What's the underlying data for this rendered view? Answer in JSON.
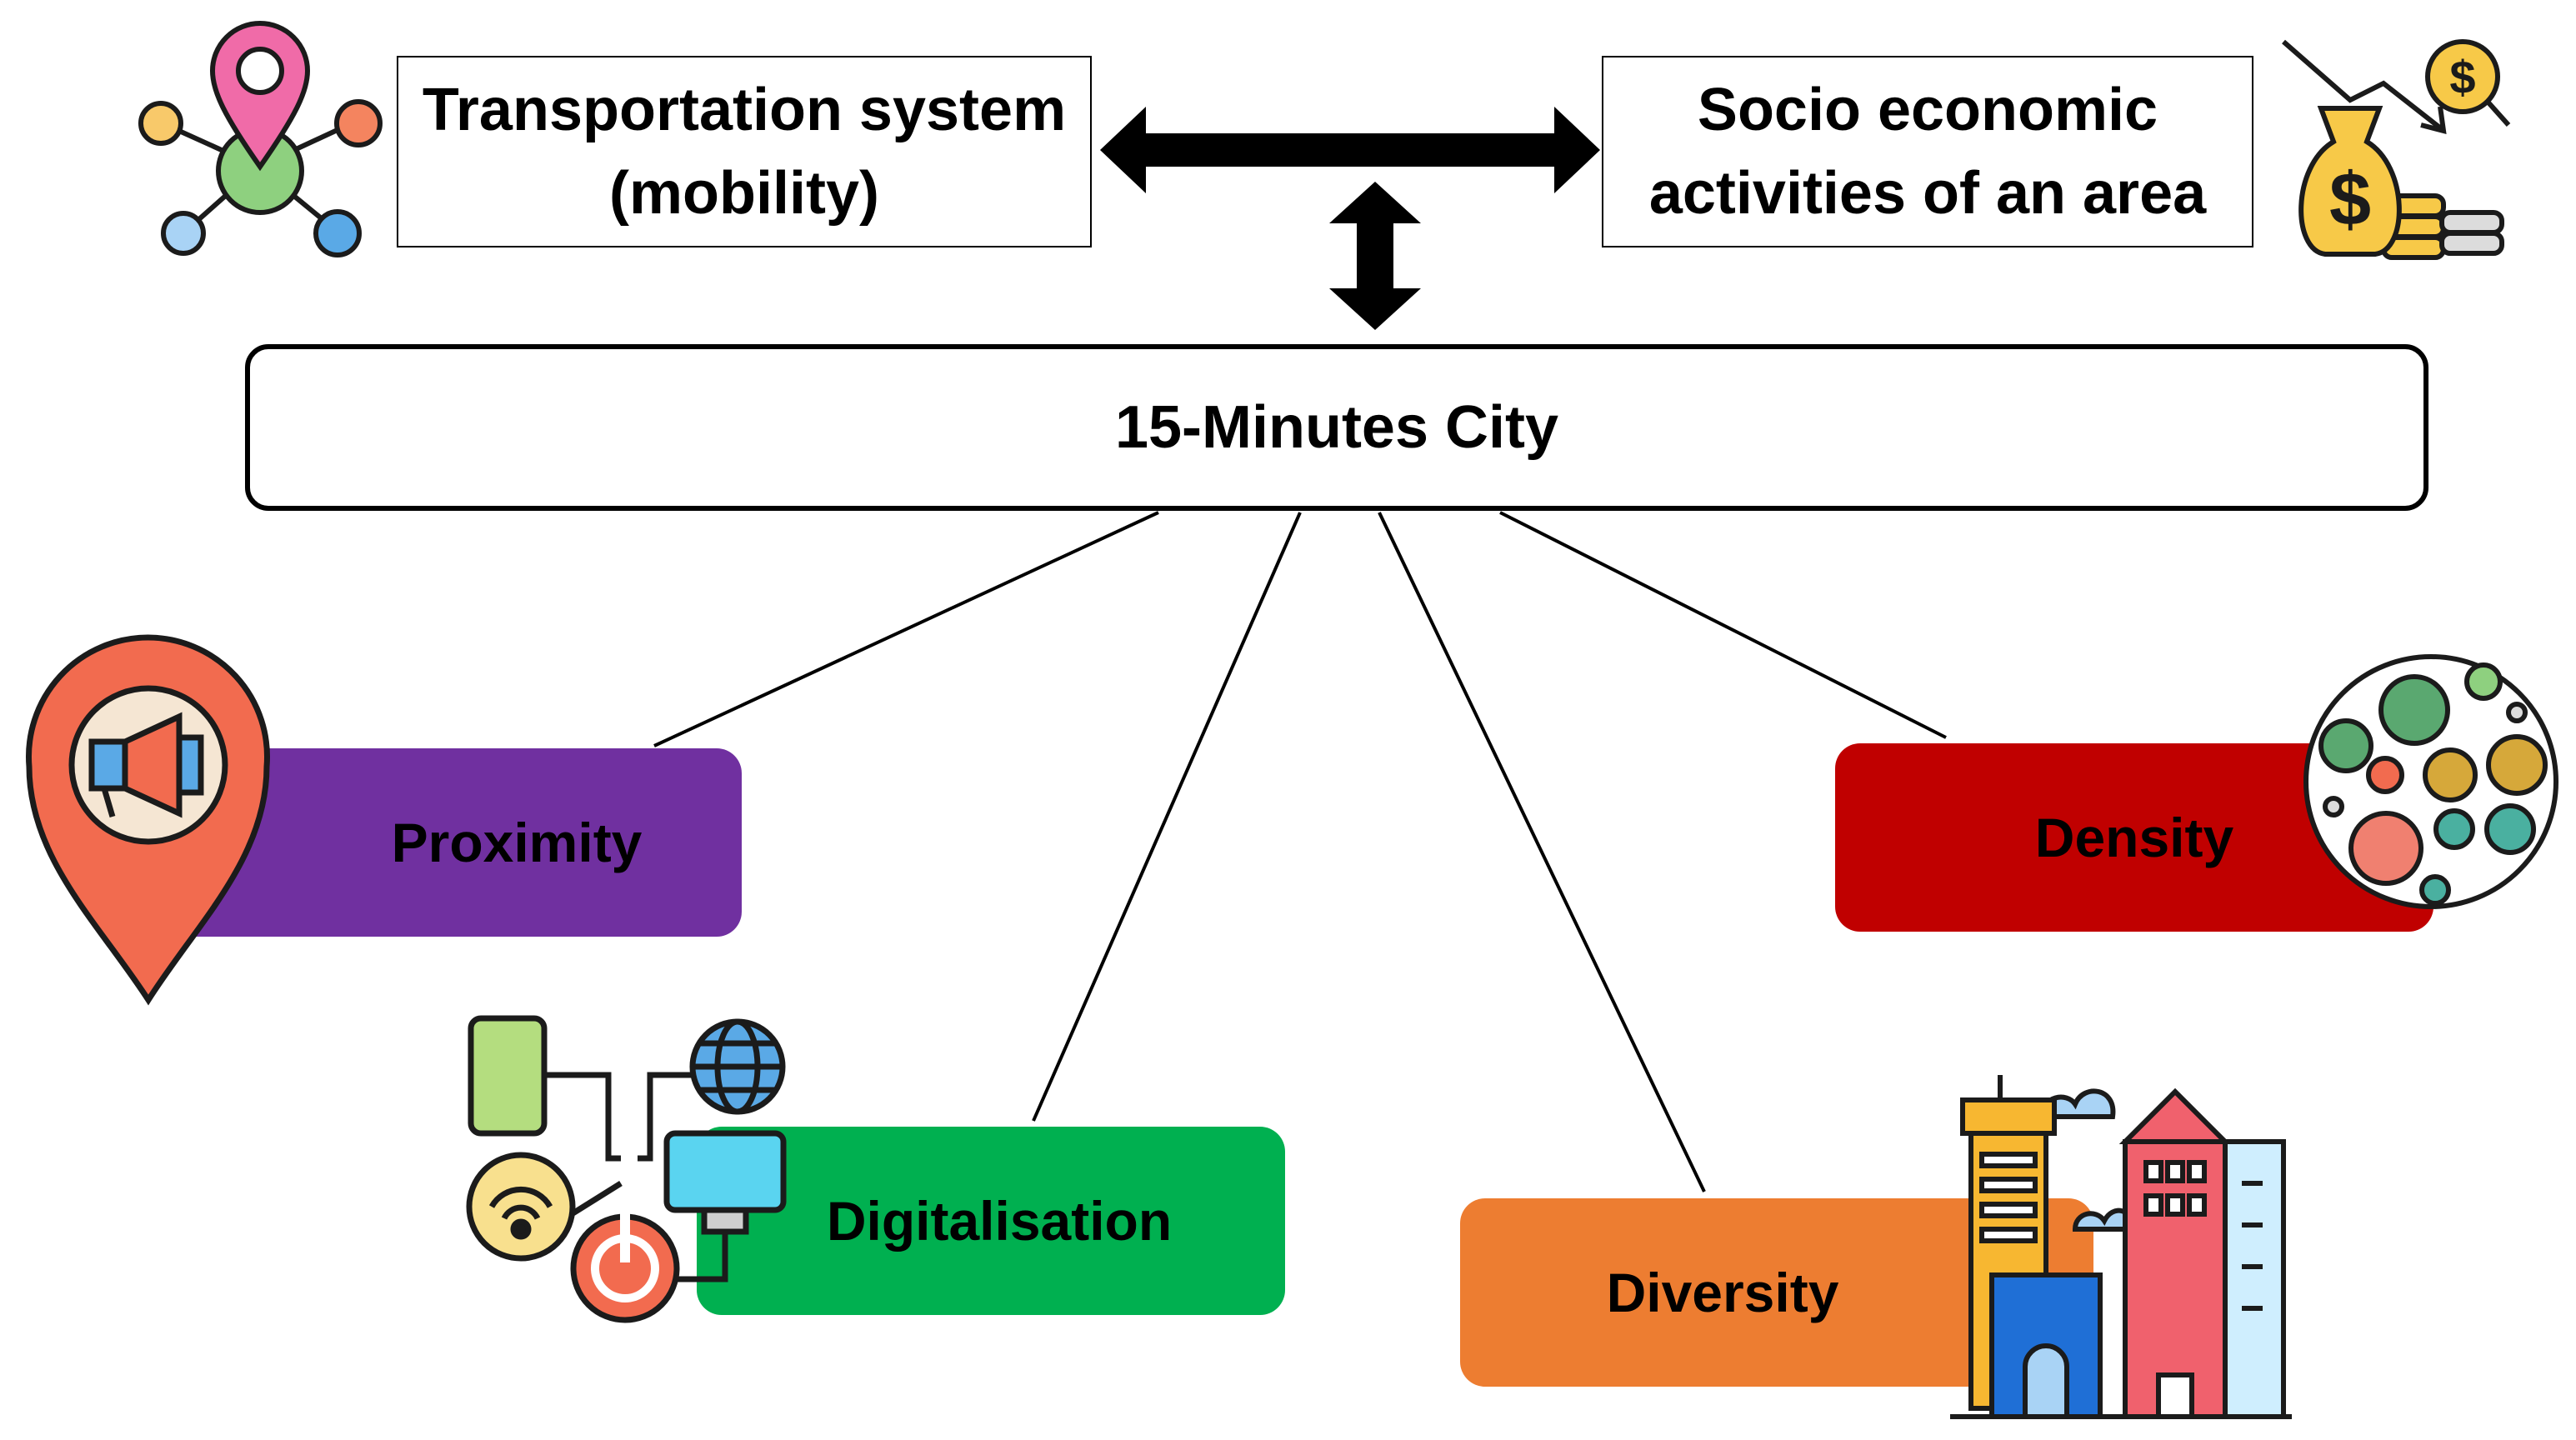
{
  "top_left": {
    "line1": "Transportation system",
    "line2": "(mobility)"
  },
  "top_right": {
    "line1": "Socio economic",
    "line2": "activities of an area"
  },
  "center": {
    "label": "15-Minutes City"
  },
  "pillars": {
    "proximity": {
      "label": "Proximity",
      "color": "#7030a0"
    },
    "digitalisation": {
      "label": "Digitalisation",
      "color": "#00b050"
    },
    "diversity": {
      "label": "Diversity",
      "color": "#ed7d31"
    },
    "density": {
      "label": "Density",
      "color": "#c00000"
    }
  },
  "icons": {
    "mobility": "network-pin-icon",
    "economy": "money-bag-declining-chart-icon",
    "proximity": "location-pin-megaphone-icon",
    "digital": "connected-devices-icon",
    "diversity": "city-buildings-icon",
    "density": "circles-density-icon"
  }
}
